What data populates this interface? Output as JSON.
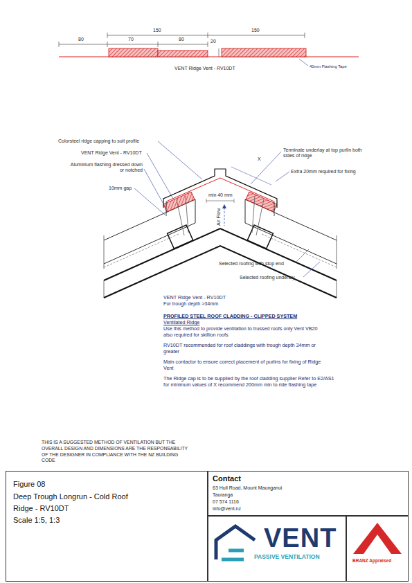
{
  "diagram": {
    "title": "Figure 08",
    "nodes": [
      {
        "text": [
          "Figure 08",
          "Deep Trough Longrun - Cold Roof",
          "Ridge - RV10DT",
          "Scale 1:5, 1:3"
        ]
      },
      {
        "text": [
          "Contact",
          "63 Hull Road, Mount Maunganui",
          "Tauranga",
          "07 574 1116",
          "info@vent.nz"
        ]
      },
      {
        "text": [
          "VENT",
          "PASSIVE VENTILATION"
        ]
      },
      {
        "text": [
          "BRANZ Appraised"
        ]
      }
    ],
    "labels": [
      "80",
      "150",
      "70",
      "80",
      "150",
      "20",
      "VENT Ridge Vent - RV10DT",
      "40mm Flashing Tape",
      "Colorsteel ridge capping to suit profile",
      "VENT Ridge Vent - RV10DT",
      "Aluminium flashing dressed down or notched",
      "10mm gap",
      "min 40 mm",
      "Air Flow",
      "Terminate underlay at top purlin both sides of ridge",
      "Extra 20mm required for fixing",
      "X",
      "Selected roofing with stop end",
      "Selected roofing underlay",
      "VENT Ridge Vent - RV10DT",
      "For trough depth >34mm",
      "PROFILED STEEL ROOF CLADDING - CLIPPED SYSTEM",
      "Ventilated Ridge",
      "Use this method to provide ventilation to trussed roofs only Vent VB20 also required for skillion roofs",
      "RV10DT recommended for roof claddings with trough depth 34mm or greater",
      "Main contactor to ensure correct placement of purlins for fixing of Ridge Vent",
      "The Ridge cap is to be supplied by the roof cladding supplier Refer to E2/AS1 for minimum values of X recommend 200mm min to ride flashing tape",
      "THIS IS A SUGGESTED METHOD OF VENTILATION BUT THE OVERALL DESIGN AND DIMENSIONS ARE THE RESPONSABILITY OF THE DESIGNER IN COMPLIANCE WITH THE NZ BUILDING CODE"
    ]
  }
}
